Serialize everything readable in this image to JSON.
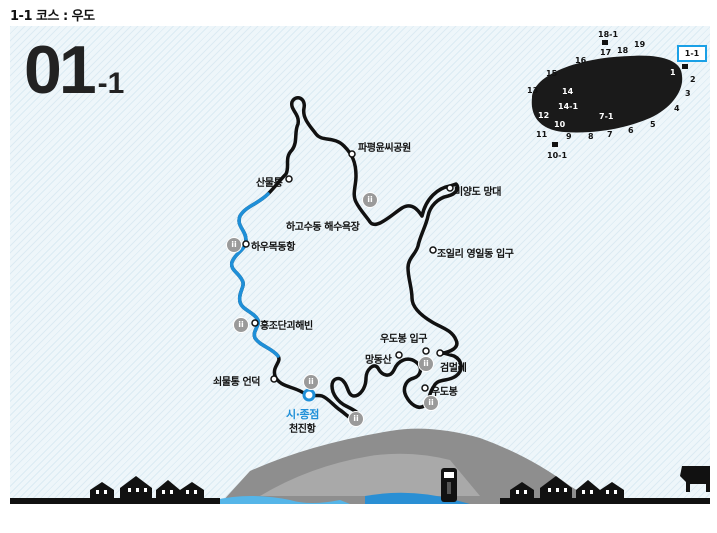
{
  "header": {
    "title": "1-1 코스 : 우도"
  },
  "course": {
    "number": "01",
    "suffix": "-1"
  },
  "places": {
    "papyeong": "파평윤씨공원",
    "sanmulttong": "산물통",
    "bbiyangdo": "비양도 망대",
    "hagosudong": "하고수동 해수욕장",
    "hawoomok": "하우목동항",
    "joilri": "조일리 영일동 입구",
    "hongjo": "홍조단괴해빈",
    "udobong_entrance": "우도봉 입구",
    "mangdongsan": "망동산",
    "geommeolle": "검멀레",
    "soemulttong": "쇠물통 언덕",
    "udobong": "우도봉",
    "start": "시·종점",
    "cheonjin": "천진항"
  },
  "jeju_map": {
    "highlight": "1-1",
    "numbers": [
      "18-1",
      "17",
      "18",
      "19",
      "16",
      "15",
      "1",
      "2",
      "3",
      "4",
      "5",
      "6",
      "7",
      "8",
      "9",
      "10",
      "11",
      "12",
      "13",
      "14",
      "14-1",
      "7-1",
      "10-1"
    ]
  },
  "colors": {
    "route": "#111111",
    "route_highlight": "#1e8fd8",
    "accent": "#1aa0e6"
  },
  "icons": {
    "toilet": "toilet-icon",
    "lighthouse": "lighthouse-icon",
    "cow": "cow-icon",
    "boat": "boat-icon"
  }
}
